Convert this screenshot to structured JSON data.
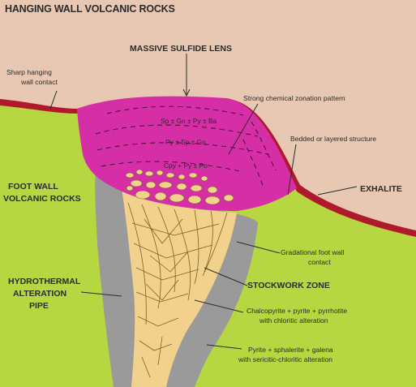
{
  "labels": {
    "hanging_wall": "HANGING WALL VOLCANIC ROCKS",
    "massive_sulfide": "MASSIVE SULFIDE LENS",
    "sharp_contact_1": "Sharp hanging",
    "sharp_contact_2": "wall contact",
    "zonation": "Strong chemical zonation pattern",
    "bedded": "Bedded or layered structure",
    "exhalite": "EXHALITE",
    "foot_wall_1": "FOOT WALL",
    "foot_wall_2": "VOLCANIC ROCKS",
    "gradational_1": "Gradational foot wall",
    "gradational_2": "contact",
    "stockwork": "STOCKWORK ZONE",
    "alteration_1": "HYDROTHERMAL",
    "alteration_2": "ALTERATION",
    "alteration_3": "PIPE",
    "chalco_1": "Chalcopyrite + pyrite + pyrrhotite",
    "chalco_2": "with chloritic alteration",
    "pyrite_1": "Pyrite + sphalerite + galena",
    "pyrite_2": "with sericitic-chloritic alteration"
  },
  "minerals": {
    "row1": "Sp ± Gn ± Py ± Ba",
    "row2": "Py ± Sp ± Gn",
    "row3": "Cpy + Py ± Po"
  },
  "colors": {
    "hanging_wall": "#e8c8b2",
    "foot_wall": "#b6d642",
    "lens": "#d62ea6",
    "exhalite": "#b0192c",
    "alteration_pipe": "#9a9a9a",
    "stockwork": "#f2d18c"
  }
}
